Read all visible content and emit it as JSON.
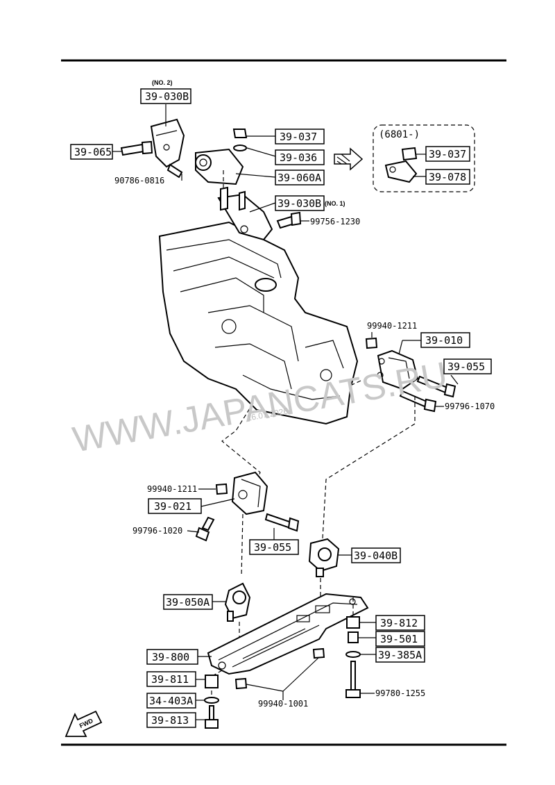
{
  "notes": {
    "no2": "(NO. 2)",
    "no1": "(NO. 1)",
    "variant": "(6801-)",
    "fwd": "FWD"
  },
  "part_boxes": {
    "p39_030B_top": "39-030B",
    "p39_065": "39-065",
    "p39_037_a": "39-037",
    "p39_036": "39-036",
    "p39_060A": "39-060A",
    "p39_030B_no1": "39-030B",
    "p39_037_b": "39-037",
    "p39_078": "39-078",
    "p39_010": "39-010",
    "p39_055_a": "39-055",
    "p39_021": "39-021",
    "p39_055_b": "39-055",
    "p39_040B": "39-040B",
    "p39_050A": "39-050A",
    "p39_812": "39-812",
    "p39_501": "39-501",
    "p39_385A": "39-385A",
    "p39_800": "39-800",
    "p39_811": "39-811",
    "p34_403A": "34-403A",
    "p39_813": "39-813"
  },
  "bolt_labels": {
    "b90786_0816": "90786-0816",
    "b99756_1230": "99756-1230",
    "b99940_1211_a": "99940-1211",
    "b99796_1070": "99796-1070",
    "b99940_1211_b": "99940-1211",
    "b99796_1020": "99796-1020",
    "b99940_1001": "99940-1001",
    "b99780_1255": "99780-1255"
  },
  "watermark": {
    "site": "WWW.JAPANCATS.RU",
    "date": "16.07.2026"
  }
}
